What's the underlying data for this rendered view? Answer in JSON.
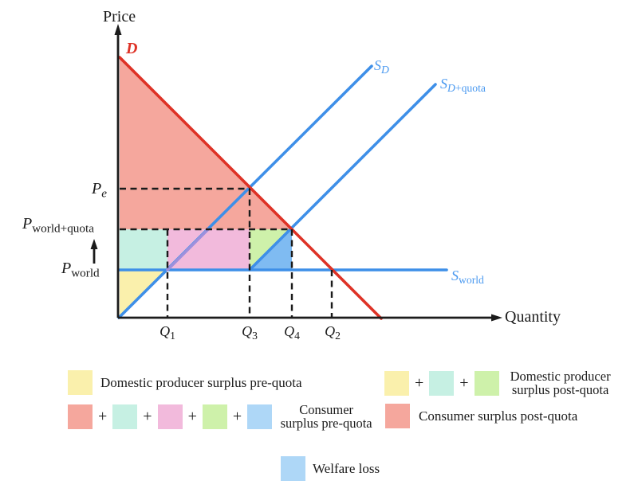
{
  "colors": {
    "demand": "#DE3226",
    "supply": "#3E8FE8",
    "curve_label_blue": "#4A99F0",
    "overlap_purple": "#9D90DC",
    "region_red": "#F5A79D",
    "region_teal": "#C6F0E3",
    "region_pink": "#F2BADC",
    "region_green": "#CEF1AA",
    "region_blue": "#7FBBF2",
    "region_yellow": "#FAF0AC",
    "legend_blue": "#AED7F7"
  },
  "axes": {
    "y_label": "Price",
    "x_label": "Quantity"
  },
  "curves": {
    "demand_label": "D",
    "sd": {
      "base": "S",
      "sub_italic": "D"
    },
    "sdq": {
      "base": "S",
      "sub_italic": "D",
      "sub_roman": "+quota"
    },
    "sworld": {
      "base": "S",
      "sub_roman": "world"
    }
  },
  "prices": {
    "pe": {
      "base": "P",
      "sub": "e"
    },
    "pworld_quota": {
      "base": "P",
      "sub": "world+quota"
    },
    "pworld": {
      "base": "P",
      "sub": "world"
    }
  },
  "quantities": {
    "q1": {
      "base": "Q",
      "sub": "1"
    },
    "q3": {
      "base": "Q",
      "sub": "3"
    },
    "q4": {
      "base": "Q",
      "sub": "4"
    },
    "q2": {
      "base": "Q",
      "sub": "2"
    }
  },
  "legend": {
    "plus": "+",
    "producer_pre": {
      "label": "Domestic producer surplus pre-quota"
    },
    "consumer_pre": {
      "line1": "Consumer",
      "line2": "surplus pre-quota"
    },
    "producer_post": {
      "line1": "Domestic producer",
      "line2": "surplus post-quota"
    },
    "consumer_post": {
      "label": "Consumer surplus post-quota"
    },
    "welfare": {
      "label": "Welfare loss"
    }
  }
}
